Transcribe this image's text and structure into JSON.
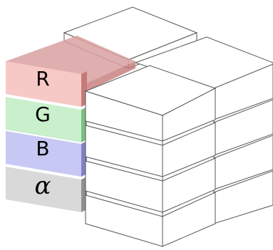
{
  "channels": [
    {
      "label": "R",
      "front": "#f6c9c6",
      "side": "#c47a78",
      "top": "#d8a1a0",
      "top_front": "#c98d8d"
    },
    {
      "label": "G",
      "front": "#c9efcc",
      "side": "#7bbf7f",
      "top": "",
      "top_front": ""
    },
    {
      "label": "B",
      "front": "#c7c8f3",
      "side": "#7f81c7",
      "top": "",
      "top_front": ""
    },
    {
      "label": "α",
      "front": "#d9d9d9",
      "side": "#8f8f8f",
      "top": "",
      "top_front": ""
    }
  ],
  "outline_color": "#555555",
  "cube_fill": "#ffffff"
}
